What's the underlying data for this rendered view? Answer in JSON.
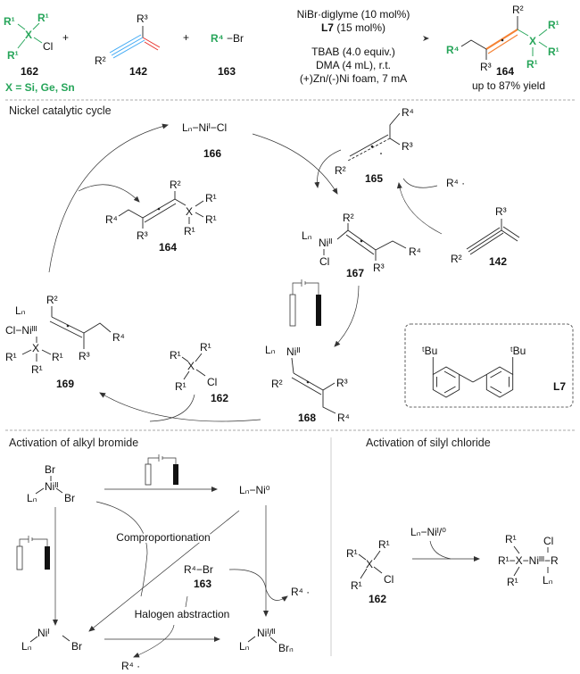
{
  "colors": {
    "green": "#27a55a",
    "orange": "#f58233",
    "blue": "#3fa9f5",
    "red": "#e8302b"
  },
  "top": {
    "s162": {
      "atoms": [
        "R¹",
        "R¹",
        "X",
        "Cl",
        "R¹"
      ],
      "label": "162",
      "x_def": "X = Si, Ge, Sn"
    },
    "plus": "+",
    "s142": {
      "atoms": [
        "R³",
        "R²"
      ],
      "label": "142"
    },
    "s163": {
      "r4": "R⁴",
      "br": "−Br",
      "label": "163"
    },
    "conditions": [
      "NiBr·diglyme (10 mol%)",
      "L7",
      "(15 mol%)",
      "TBAB (4.0 equiv.)",
      "DMA (4 mL), r.t.",
      "(+)Zn/(-)Ni foam, 7 mA"
    ],
    "s164": {
      "atoms": [
        "R⁴",
        "R²",
        "X",
        "R¹",
        "R¹",
        "R¹",
        "R³"
      ],
      "label": "164",
      "yield": "up to 87% yield"
    }
  },
  "cycle": {
    "title": "Nickel catalytic cycle",
    "s166": {
      "text": "Lₙ−Niᴵ−Cl",
      "label": "166"
    },
    "s165": {
      "atoms": [
        "R⁴",
        "R³",
        "R²"
      ],
      "label": "165"
    },
    "radical": "R⁴ ·",
    "s164": {
      "atoms": [
        "R⁴",
        "R²",
        "X",
        "R¹",
        "R¹",
        "R¹",
        "R³"
      ],
      "label": "164"
    },
    "s167": {
      "atoms": [
        "Lₙ",
        "Niᴵᴵ",
        "Cl",
        "R²",
        "R⁴",
        "R³"
      ],
      "label": "167"
    },
    "s142": {
      "atoms": [
        "R³",
        "R²"
      ],
      "label": "142"
    },
    "s169": {
      "atoms": [
        "R²",
        "Lₙ",
        "Cl−Niᴵᴵᴵ",
        "R⁴",
        "X",
        "R¹",
        "R¹",
        "R¹",
        "R³"
      ],
      "label": "169"
    },
    "s162": {
      "atoms": [
        "R¹",
        "R¹",
        "X",
        "Cl",
        "R¹"
      ],
      "label": "162"
    },
    "s168": {
      "atoms": [
        "Lₙ",
        "Niᴵᴵ",
        "R²",
        "R³",
        "R⁴"
      ],
      "label": "168"
    },
    "ligand": {
      "tbu": "ᵗBu",
      "label": "L7"
    }
  },
  "alkyl": {
    "title": "Activation of alkyl bromide",
    "ni2": {
      "atoms": [
        "Br",
        "Niᴵᴵ",
        "Lₙ",
        "Br"
      ]
    },
    "ni0": "Lₙ−Ni⁰",
    "comproportionation": "Comproportionation",
    "r4br": "R⁴−Br",
    "r4br_label": "163",
    "radical": "R⁴ ·",
    "halogen_abstraction": "Halogen abstraction",
    "ni1": {
      "atoms": [
        "Lₙ",
        "Niᴵ",
        "Br"
      ]
    },
    "ni12": {
      "atoms": [
        "Lₙ",
        "Niᴵ/ᴵᴵ",
        "Brₙ"
      ]
    }
  },
  "silyl": {
    "title": "Activation of silyl chloride",
    "catalyst": "Lₙ−Niᴵ/⁰",
    "s162": {
      "atoms": [
        "R¹",
        "R¹",
        "X",
        "Cl",
        "R¹"
      ],
      "label": "162"
    },
    "product": {
      "atoms": [
        "R¹",
        "Cl",
        "R¹−X−Niᴵᴵᴵ−R",
        "R¹",
        "Lₙ"
      ]
    }
  }
}
